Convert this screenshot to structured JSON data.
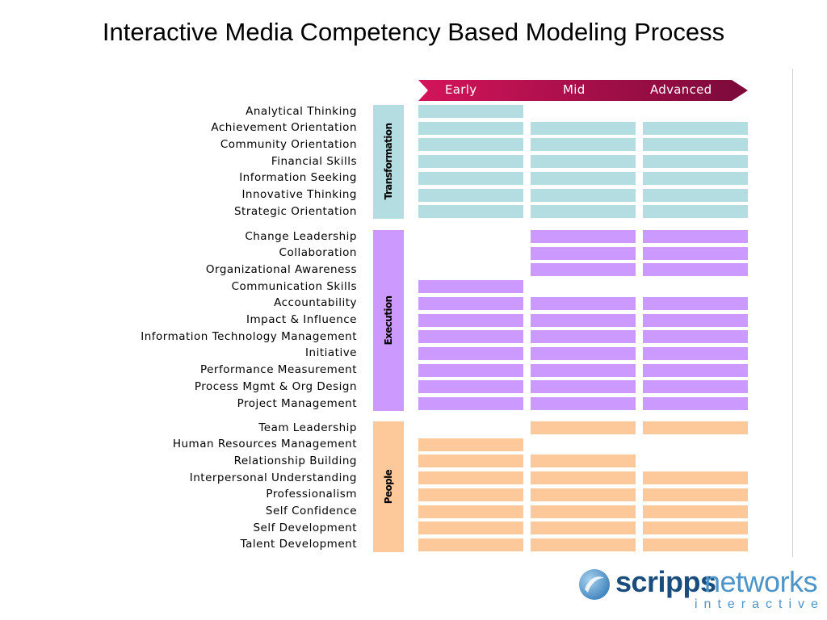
{
  "title": "Interactive Media Competency Based Modeling Process",
  "levels": [
    "Early",
    "Mid",
    "Advanced"
  ],
  "colors": {
    "arrow_start": "#d4145a",
    "arrow_end": "#7a0a3a",
    "transformation": "#b4dde2",
    "execution": "#cc99ff",
    "people": "#fdc99b"
  },
  "groups": [
    {
      "name": "Transformation",
      "color_key": "transformation",
      "competencies": [
        {
          "name": "Analytical Thinking",
          "levels": [
            1,
            0,
            0
          ]
        },
        {
          "name": "Achievement Orientation",
          "levels": [
            1,
            1,
            1
          ]
        },
        {
          "name": "Community Orientation",
          "levels": [
            1,
            1,
            1
          ]
        },
        {
          "name": "Financial Skills",
          "levels": [
            1,
            1,
            1
          ]
        },
        {
          "name": "Information Seeking",
          "levels": [
            1,
            1,
            1
          ]
        },
        {
          "name": "Innovative Thinking",
          "levels": [
            1,
            1,
            1
          ]
        },
        {
          "name": "Strategic Orientation",
          "levels": [
            1,
            1,
            1
          ]
        }
      ]
    },
    {
      "name": "Execution",
      "color_key": "execution",
      "competencies": [
        {
          "name": "Change Leadership",
          "levels": [
            0,
            1,
            1
          ]
        },
        {
          "name": "Collaboration",
          "levels": [
            0,
            1,
            1
          ]
        },
        {
          "name": "Organizational Awareness",
          "levels": [
            0,
            1,
            1
          ]
        },
        {
          "name": "Communication Skills",
          "levels": [
            1,
            0,
            0
          ]
        },
        {
          "name": "Accountability",
          "levels": [
            1,
            1,
            1
          ]
        },
        {
          "name": "Impact & Influence",
          "levels": [
            1,
            1,
            1
          ]
        },
        {
          "name": "Information Technology Management",
          "levels": [
            1,
            1,
            1
          ]
        },
        {
          "name": "Initiative",
          "levels": [
            1,
            1,
            1
          ]
        },
        {
          "name": "Performance Measurement",
          "levels": [
            1,
            1,
            1
          ]
        },
        {
          "name": "Process Mgmt & Org Design",
          "levels": [
            1,
            1,
            1
          ]
        },
        {
          "name": "Project Management",
          "levels": [
            1,
            1,
            1
          ]
        }
      ]
    },
    {
      "name": "People",
      "color_key": "people",
      "competencies": [
        {
          "name": "Team Leadership",
          "levels": [
            0,
            1,
            1
          ]
        },
        {
          "name": "Human Resources Management",
          "levels": [
            1,
            0,
            0
          ]
        },
        {
          "name": "Relationship Building",
          "levels": [
            1,
            1,
            0
          ]
        },
        {
          "name": "Interpersonal Understanding",
          "levels": [
            1,
            1,
            1
          ]
        },
        {
          "name": "Professionalism",
          "levels": [
            1,
            1,
            1
          ]
        },
        {
          "name": "Self Confidence",
          "levels": [
            1,
            1,
            1
          ]
        },
        {
          "name": "Self Development",
          "levels": [
            1,
            1,
            1
          ]
        },
        {
          "name": "Talent Development",
          "levels": [
            1,
            1,
            1
          ]
        }
      ]
    }
  ],
  "logo": {
    "brand_bold": "scripps",
    "brand_light": "networks",
    "tagline": "interactive",
    "colors": {
      "dark": "#1a4c7c",
      "light": "#4d94c9"
    }
  }
}
